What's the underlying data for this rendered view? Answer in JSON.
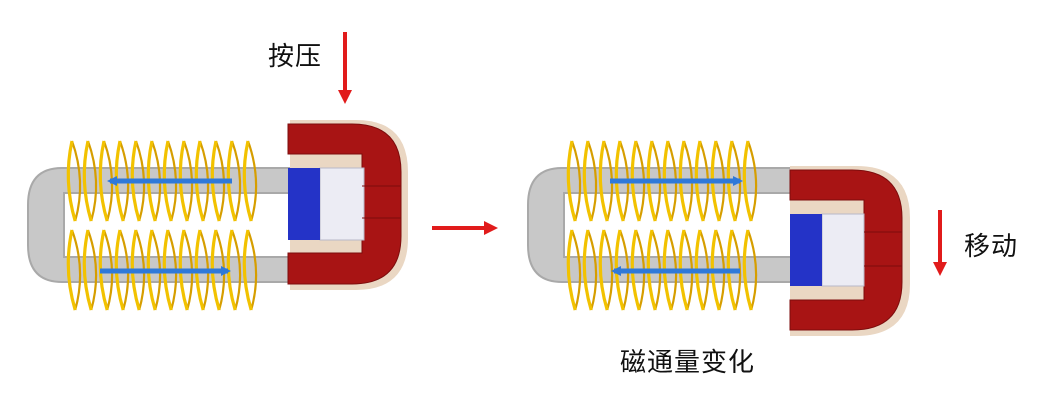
{
  "labels": {
    "press": "按压",
    "move": "移动",
    "flux_change": "磁通量变化"
  },
  "colors": {
    "core": "#c8c8c8",
    "core_edge": "#a9a9a9",
    "coil": "#f2c200",
    "coil_dark": "#d69e00",
    "flux_arrow": "#2f79d9",
    "magnet_red": "#a81414",
    "magnet_red_dark": "#7d0d0d",
    "magnet_outline": "#ead7c3",
    "magnet_blue": "#2433c7",
    "magnet_white": "#ececf4",
    "action_arrow": "#e11b1b"
  },
  "icons": {
    "press_arrow": "down-arrow-icon",
    "move_arrow": "down-arrow-icon",
    "transition_arrow": "right-arrow-icon"
  }
}
